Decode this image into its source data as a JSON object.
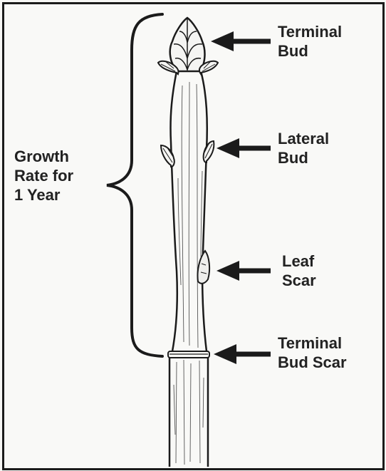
{
  "labels": {
    "terminal_bud": [
      "Terminal",
      "Bud"
    ],
    "lateral_bud": [
      "Lateral",
      "Bud"
    ],
    "leaf_scar": [
      "Leaf",
      "Scar"
    ],
    "terminal_bud_scar": [
      "Terminal",
      "Bud Scar"
    ],
    "growth_rate": [
      "Growth",
      "Rate for",
      "1 Year"
    ]
  },
  "colors": {
    "ink": "#1b1b1b",
    "paper": "#f9f9f7"
  }
}
